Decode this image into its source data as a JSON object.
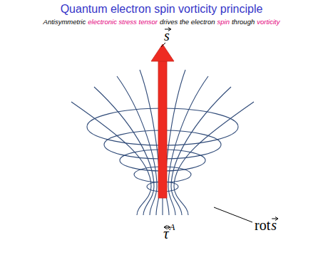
{
  "diagram": {
    "title": "Quantum electron spin vorticity principle",
    "labels": [
      "Antisymmetric",
      "electronic stress tensor",
      "drives the electron",
      "spin",
      "through",
      "vorticity",
      "s",
      "rot",
      "s",
      "τ",
      "A"
    ]
  }
}
